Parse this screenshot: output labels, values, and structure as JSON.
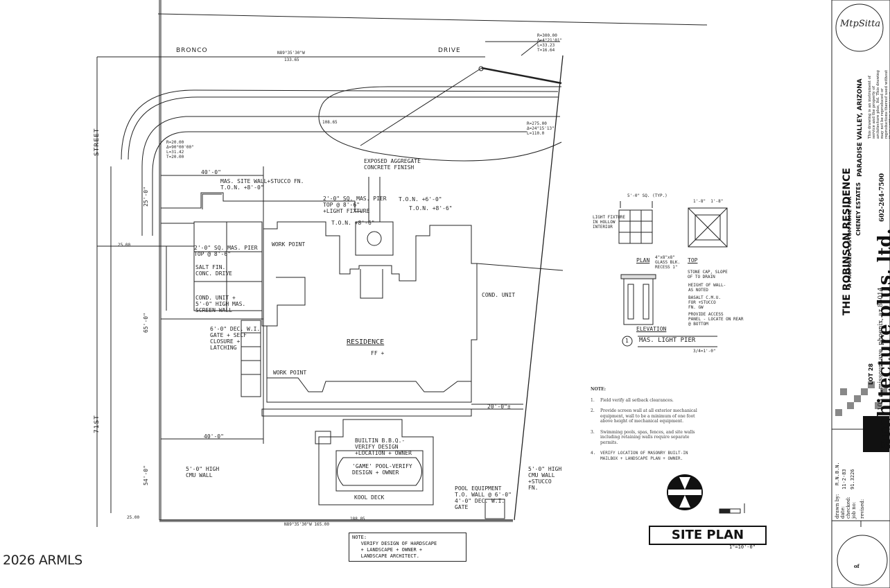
{
  "streets": {
    "top_left": "BRONCO",
    "top_right": "DRIVE",
    "left_upper": "STREET",
    "left_lower": "71ST"
  },
  "labels": {
    "residence": "RESIDENCE",
    "residence_ff": "FF +",
    "exposed_aggregate": "EXPOSED AGGREGATE\nCONCRETE FINISH",
    "mas_site_wall": "MAS. SITE WALL+STUCCO FN.\nT.O.N. +8'-0\"",
    "mas_pier": "2'-0\" SQ. MAS. PIER\nTOP @ 8'-6\"\n+LIGHT FIXTURE",
    "ton_6": "T.O.N. +6'-0\"",
    "ton_8": "T.O.N. +8'-6\"",
    "ton_left": "T.O.N. +8'-6\"",
    "work_point_top": "WORK POINT",
    "work_point_bottom": "WORK POINT",
    "cond_unit_right": "COND. UNIT",
    "mas_pier_left": "2'-0\" SQ. MAS. PIER\nTOP @ 8'-6\"",
    "salt_fin": "SALT FIN.\nCONC. DRIVE",
    "cond_unit_left": "COND. UNIT +\n5'-0\" HIGH MAS.\nSCREEN WALL",
    "gate": "6'-0\" DEC. W.I.\nGATE + SELF\nCLOSURE +\nLATCHING",
    "builtin_bbq": "BUILTIN B.B.Q.-\nVERIFY DESIGN\n+LOCATION + OWNER",
    "game_pool": "'GAME' POOL-VERIFY\nDESIGN + OWNER",
    "kool_deck": "KOOL DECK",
    "pool_equipment": "POOL EQUIPMENT\nT.O. WALL @ 6'-0\"",
    "dec_gate": "4'-0\" DEC. W.I.\nGATE",
    "high_wall_left": "5'-0\" HIGH\nCMU WALL",
    "high_wall_right": "5'-0\" HIGH\nCMU WALL\n+STUCCO\nFN.",
    "dim_40_top": "40'-0\"",
    "dim_40_bottom": "40'-0\"",
    "dim_20": "20'-0\"±",
    "dim_25": "25'-0\"",
    "dim_65": "65'-0\"",
    "dim_54": "54'-0\"",
    "bearing_top": "N89°35'30\"W",
    "dist_top": "133.65",
    "bearing_bottom": "N89°35'30\"W 165.00",
    "dist_bottom": "188.05",
    "curve_tl": "R=20.00\nΔ=90°00'00\"\nL=31.42\nT=20.00",
    "curve_tr": "R=300.00\nΔ=4°21'01\"\nL=33.23\nT=16.64",
    "curve_r": "R=275.00\nΔ=24°15'13\"\nL=110.0",
    "dist_108": "108.65",
    "dist_25_left": "25.00",
    "dist_25_bottom": "25.00"
  },
  "detail": {
    "dims_top": "5'-0\" SQ. (TYP.)",
    "dims_top_right": "1'-8\"  1'-8\"",
    "light_fixture": "LIGHT FIXTURE\nIN HOLLOW\nINTERIOR",
    "plan_label": "PLAN",
    "plan_note": "4\"x8\"x8\"\nGLASS BLK.\nRECESS 1\"",
    "top_label": "TOP",
    "stone_cap": "STONE CAP, SLOPE\nOF TO DRAIN",
    "height_of_wall": "HEIGHT OF WALL-\nAS NOTED",
    "basalt": "BASALT C.M.U.\nFOR +STUCCO\nFN. GW",
    "precast": "PROVIDE ACCESS\nPANEL - LOCATE ON REAR\n@ BOTTOM",
    "elevation_label": "ELEVATION",
    "title_num": "1",
    "title": "MAS. LIGHT PIER",
    "scale": "3/4=1'-0\""
  },
  "notes": {
    "heading": "NOTE:",
    "items": [
      {
        "num": "1.",
        "text": "Field verify all setback clearances."
      },
      {
        "num": "2.",
        "text": "Provide screen wall at all exterior mechanical equipment, wall to be a minimum of one foot above height of mechanical equipment."
      },
      {
        "num": "3.",
        "text": "Swimming pools, spas, fences, and site walls including retaining walls require separate permits."
      },
      {
        "num": "4.",
        "text": "VERIFY LOCATION OF MASONRY BUILT-IN MAILBOX + LANDSCAPE PLAN + OWNER."
      }
    ]
  },
  "bottom_note": "NOTE:\n   VERIFY DESIGN OF HARDSCAPE\n   + LANDSCAPE + OWNER +\n   LANDSCAPE ARCHITECT.",
  "site_plan_title": "SITE PLAN",
  "site_plan_scale": "1\"=10'-0\"",
  "watermark": "2026 ARMLS",
  "titleblock": {
    "signature": "MtpSitta",
    "project_sub": "A PROPOSED CUSTOM HOME FOR",
    "project_title": "THE ROBINSON RESIDENCE",
    "estates": "CHENEY ESTATES",
    "location": "PARADISE VALLEY, ARIZONA",
    "lot": "LOT 28",
    "firm": "architecture plus, ltd.",
    "address": "1103 e. missouri ave.   phoenix, az 85014",
    "phone": "602-264-7500",
    "copyright": "This drawing is an instrument of\nservice and the property of\narchitecture plus, ltd. This drawing\nmay not be reproduced or\nreproductions thereof used without\ntheir written permission.",
    "drawn_by_label": "drawn by:",
    "drawn_by": "R.N.B.N.",
    "date_label": "date:",
    "date": "11-2-83",
    "checked_label": "checked:",
    "job_no_label": "job no:",
    "job_no": "91.3226",
    "revised_label": "revised:",
    "sheet_of": "of"
  }
}
